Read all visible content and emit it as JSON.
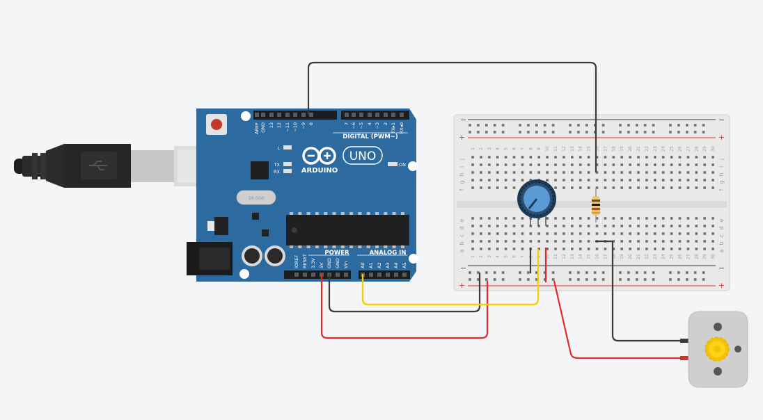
{
  "arduino": {
    "brand": "ARDUINO",
    "model": "UNO",
    "crystal": "16.000",
    "on_label": "ON",
    "digital_header": "DIGITAL (PWM~)",
    "power_header": "POWER",
    "analog_header": "ANALOG IN",
    "digital_pins": [
      "AREF",
      "GND",
      "13",
      "12",
      "~11",
      "~10",
      "~9",
      "8",
      "7",
      "~6",
      "~5",
      "4",
      "~3",
      "2",
      "TX▸1",
      "RX◂0"
    ],
    "power_pins": [
      "IOREF",
      "RESET",
      "3.3V",
      "5V",
      "GND",
      "GND",
      "Vin"
    ],
    "analog_pins": [
      "A0",
      "A1",
      "A2",
      "A3",
      "A4",
      "A5"
    ],
    "leds": [
      "L",
      "TX",
      "RX"
    ]
  },
  "breadboard": {
    "columns": 30,
    "rows_top": [
      "j",
      "i",
      "h",
      "g",
      "f"
    ],
    "rows_bottom": [
      "e",
      "d",
      "c",
      "b",
      "a"
    ],
    "plus": "+",
    "minus": "−"
  },
  "colors": {
    "board": "#2c6aa0",
    "red_wire": "#e02a2a",
    "black_wire": "#3a3a3a",
    "yellow_wire": "#f5d000"
  },
  "icons": [
    "usb-cable-icon",
    "potentiometer-icon",
    "resistor-icon",
    "dc-motor-icon"
  ]
}
